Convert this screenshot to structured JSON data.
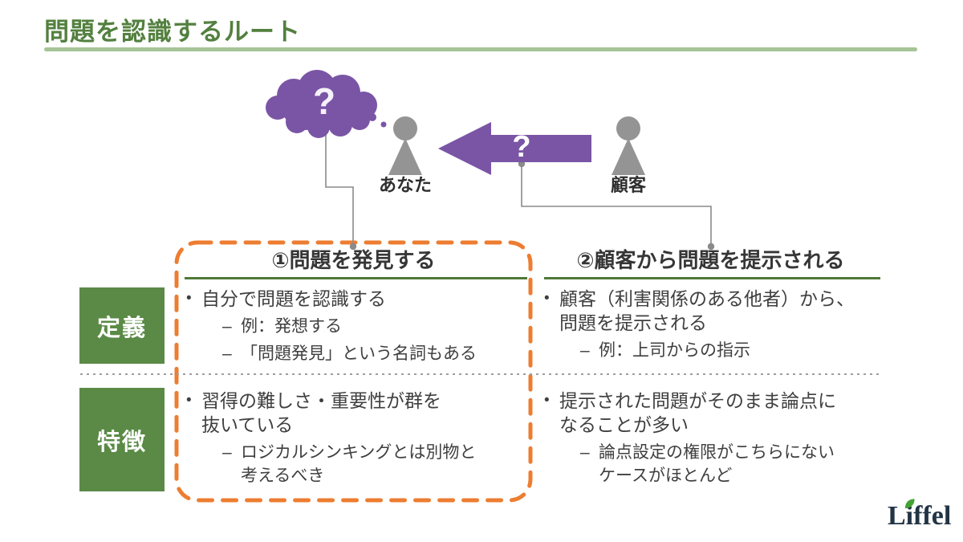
{
  "slide": {
    "title": "問題を認識するルート"
  },
  "diagram": {
    "cloud_question": "?",
    "arrow_question": "?",
    "you_label": "あなた",
    "customer_label": "顧客"
  },
  "markers": {
    "bullet": "•",
    "sub": "–"
  },
  "table": {
    "columns": [
      {
        "header": "①問題を発見する"
      },
      {
        "header": "②顧客から問題を提示される"
      }
    ],
    "rows": [
      {
        "label": "定義",
        "cells": [
          {
            "items": [
              {
                "type": "bullet",
                "lines": [
                  "自分で問題を認識する"
                ]
              },
              {
                "type": "sub",
                "lines": [
                  "例：発想する"
                ]
              },
              {
                "type": "sub",
                "lines": [
                  "「問題発見」という名詞もある"
                ]
              }
            ]
          },
          {
            "items": [
              {
                "type": "bullet",
                "lines": [
                  "顧客（利害関係のある他者）から、",
                  "問題を提示される"
                ]
              },
              {
                "type": "sub",
                "lines": [
                  "例：上司からの指示"
                ]
              }
            ]
          }
        ]
      },
      {
        "label": "特徴",
        "cells": [
          {
            "items": [
              {
                "type": "bullet",
                "lines": [
                  "習得の難しさ・重要性が群を",
                  "抜いている"
                ]
              },
              {
                "type": "sub",
                "lines": [
                  "ロジカルシンキングとは別物と",
                  "考えるべき"
                ]
              }
            ]
          },
          {
            "items": [
              {
                "type": "bullet",
                "lines": [
                  "提示された問題がそのまま論点に",
                  "なることが多い"
                ]
              },
              {
                "type": "sub",
                "lines": [
                  "論点設定の権限がこちらにない",
                  "ケースがほとんど"
                ]
              }
            ]
          }
        ]
      }
    ]
  },
  "logo": {
    "text": "Liffel"
  },
  "colors": {
    "accent_green": "#53803F",
    "box_green": "#5A8A46",
    "underline_green": "#4E7937",
    "light_green_rule": "#A6C497",
    "purple": "#7A55A5",
    "orange_dash": "#ED7D31",
    "icon_gray": "#949494",
    "connector_gray": "#8A8A8A",
    "body_text": "#3F3F3F",
    "logo_navy": "#223445",
    "leaf_green": "#44A135"
  }
}
